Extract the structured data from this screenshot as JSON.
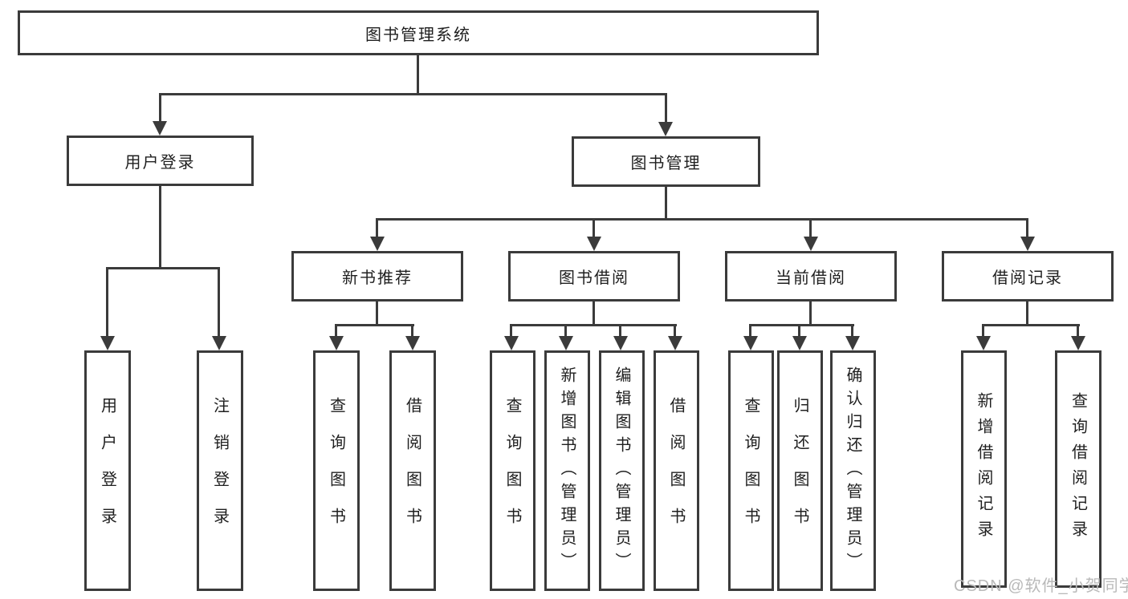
{
  "diagram_title": "图书管理系统",
  "colors": {
    "line": "#3b3b3b",
    "text": "#1f1f1f",
    "box_background": "#ffffff",
    "watermark": "#b9b9b9"
  },
  "nodes": {
    "root": "图书管理系统",
    "user_login": "用户登录",
    "book_mgmt": "图书管理",
    "new_book": "新书推荐",
    "book_borrow": "图书借阅",
    "current_borrow": "当前借阅",
    "borrow_records": "借阅记录",
    "leaf_user_login": "用户登录",
    "leaf_logout": "注销登录",
    "leaf_nb_query": "查询图书",
    "leaf_nb_borrow": "借阅图书",
    "leaf_bb_query": "查询图书",
    "leaf_bb_add": "新增图书（管理员）",
    "leaf_bb_edit": "编辑图书（管理员）",
    "leaf_bb_borrow": "借阅图书",
    "leaf_cb_query": "查询图书",
    "leaf_cb_return": "归还图书",
    "leaf_cb_confirm": "确认归还（管理员）",
    "leaf_hb_add": "新增借阅记录",
    "leaf_hb_query": "查询借阅记录"
  },
  "hierarchy": {
    "图书管理系统": {
      "用户登录": [
        "用户登录",
        "注销登录"
      ],
      "图书管理": {
        "新书推荐": [
          "查询图书",
          "借阅图书"
        ],
        "图书借阅": [
          "查询图书",
          "新增图书（管理员）",
          "编辑图书（管理员）",
          "借阅图书"
        ],
        "当前借阅": [
          "查询图书",
          "归还图书",
          "确认归还（管理员）"
        ],
        "借阅记录": [
          "新增借阅记录",
          "查询借阅记录"
        ]
      }
    }
  },
  "watermark": "CSDN @软件_小贺同学"
}
